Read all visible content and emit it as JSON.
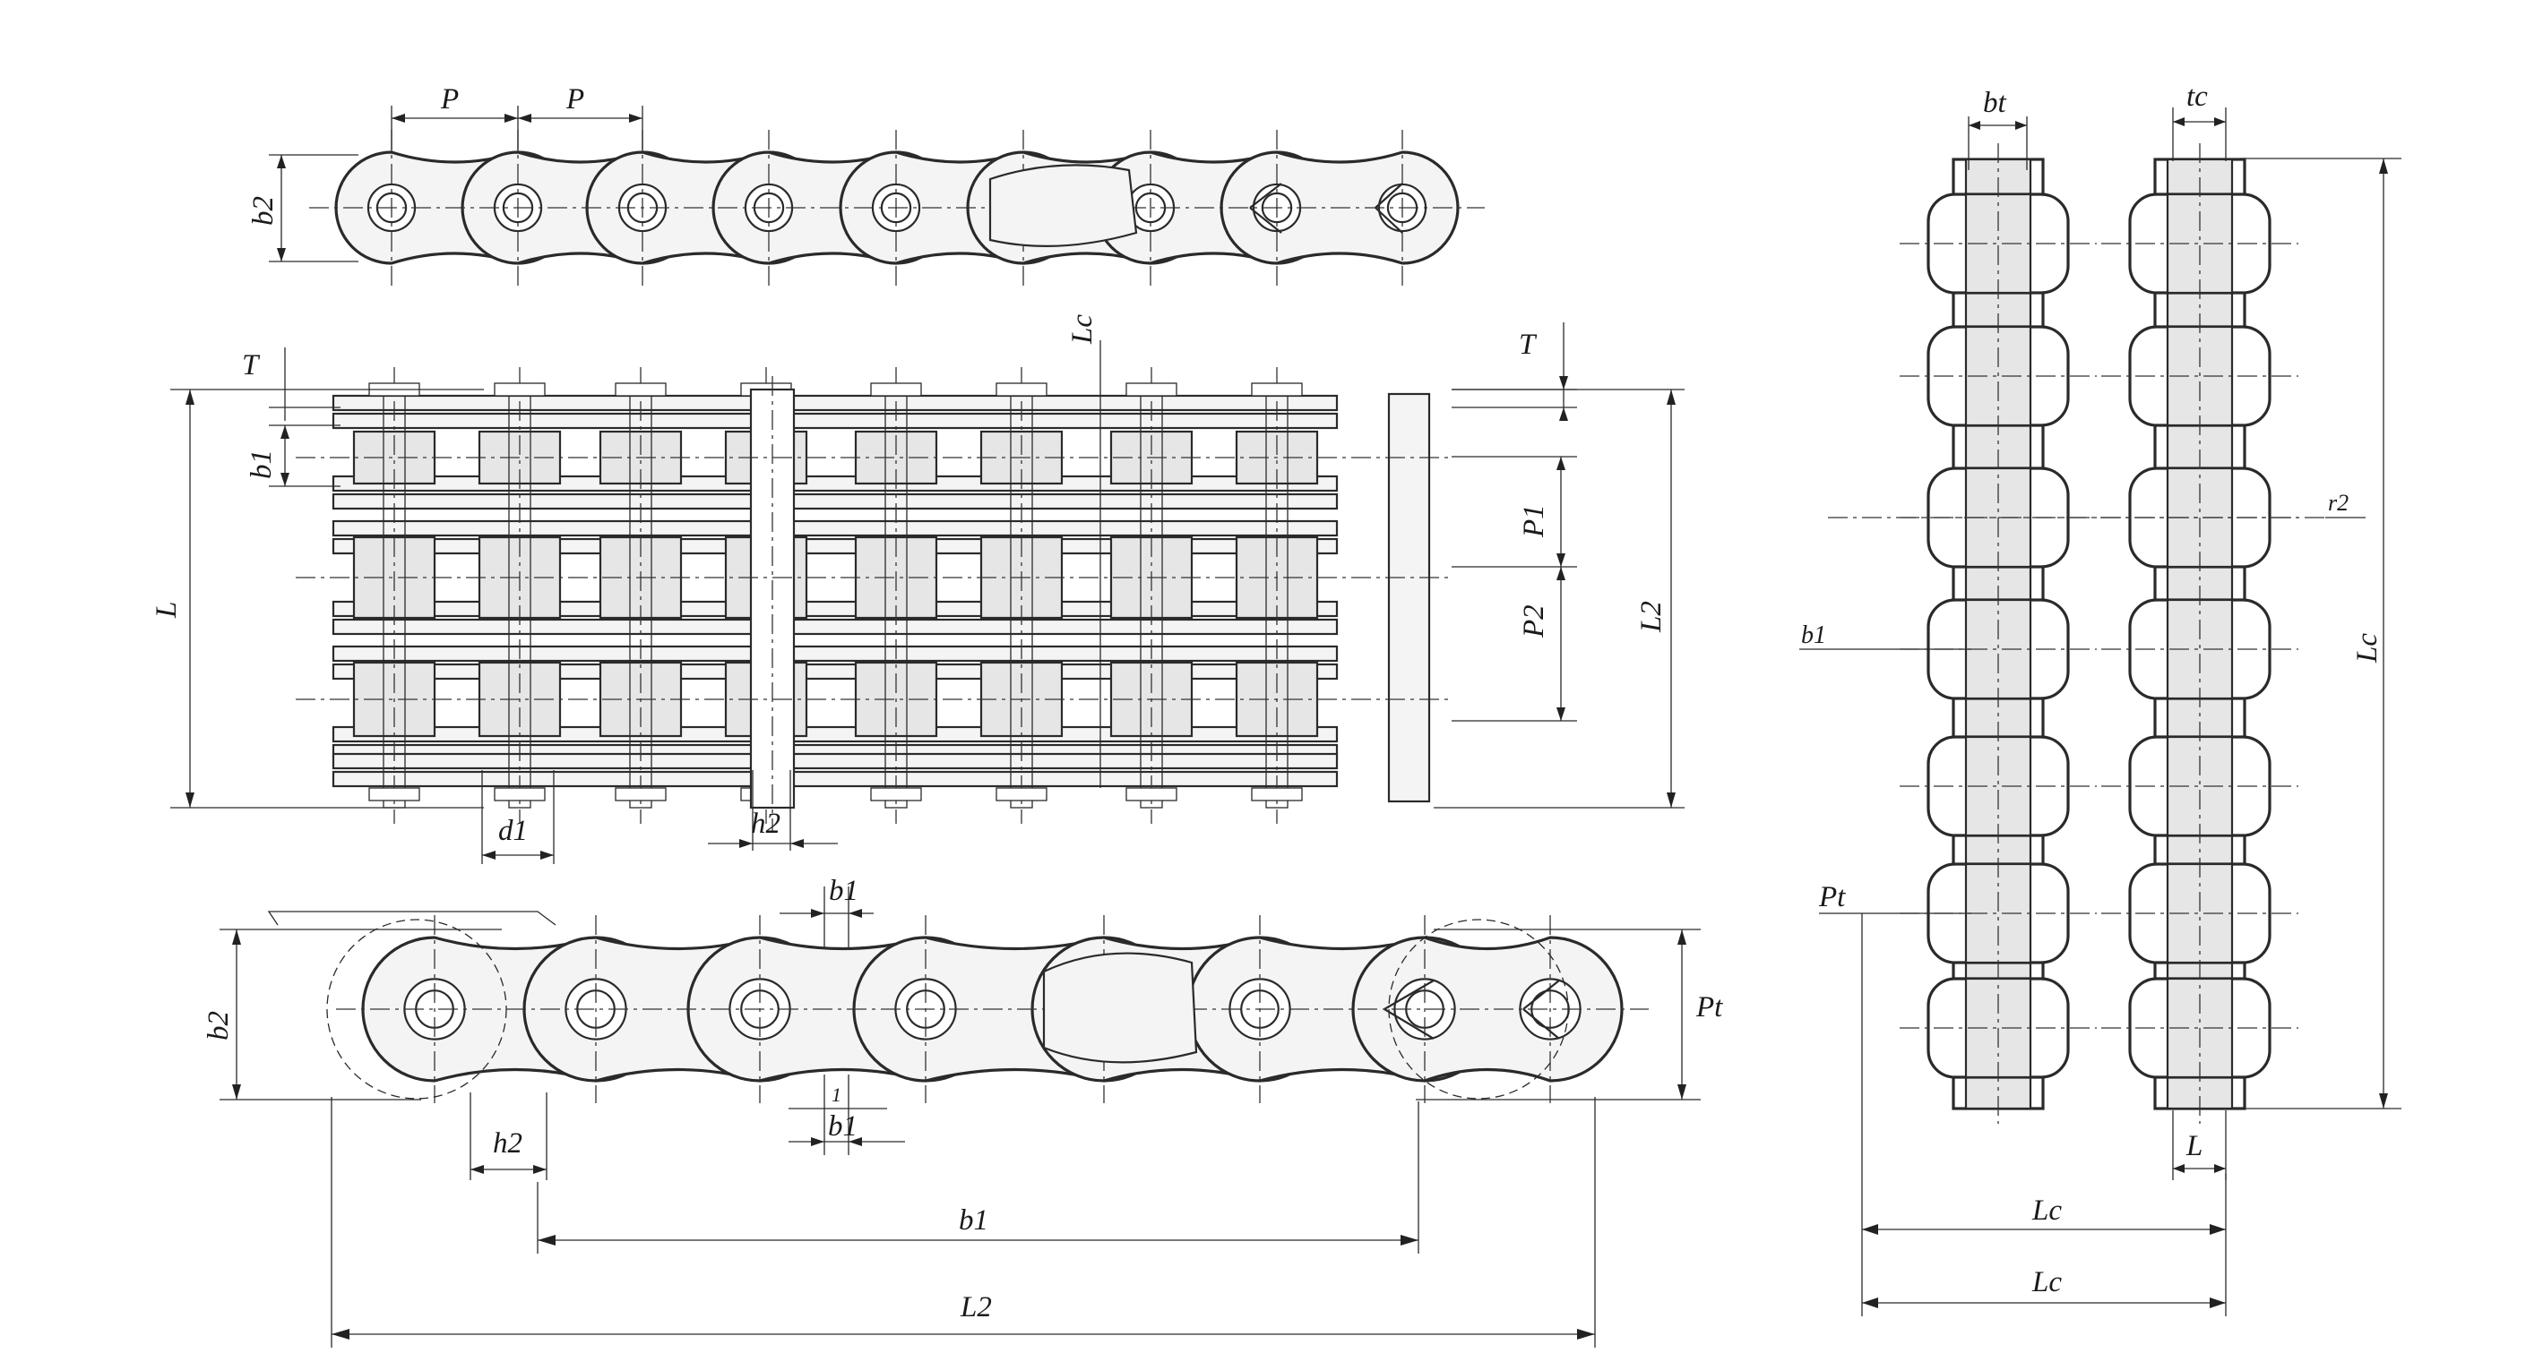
{
  "labels": {
    "top_pitch_1": "P",
    "top_pitch_2": "P",
    "top_height": "b2",
    "front_thickness": "T",
    "front_inner_width": "b1",
    "front_length": "L",
    "front_pin_len": "Lc",
    "front_thickness_right": "T",
    "front_pitch_1": "P1",
    "front_pitch_2": "P2",
    "front_length_right": "L2",
    "front_roller_dia": "d1",
    "front_plate_h": "h2",
    "bottom_b1_top": "b1",
    "bottom_b2": "b2",
    "bottom_pt": "Pt",
    "bottom_b1_bot_small": "1",
    "bottom_b1_bot": "b1",
    "bottom_h2": "h2",
    "bottom_b1_long": "b1",
    "bottom_l2": "L2",
    "side_bt": "bt",
    "side_tc": "tc",
    "side_r2": "r2",
    "side_b1": "b1",
    "side_lc_vert": "Lc",
    "side_pt": "Pt",
    "side_l": "L",
    "side_lc_1": "Lc",
    "side_lc_2": "Lc"
  }
}
